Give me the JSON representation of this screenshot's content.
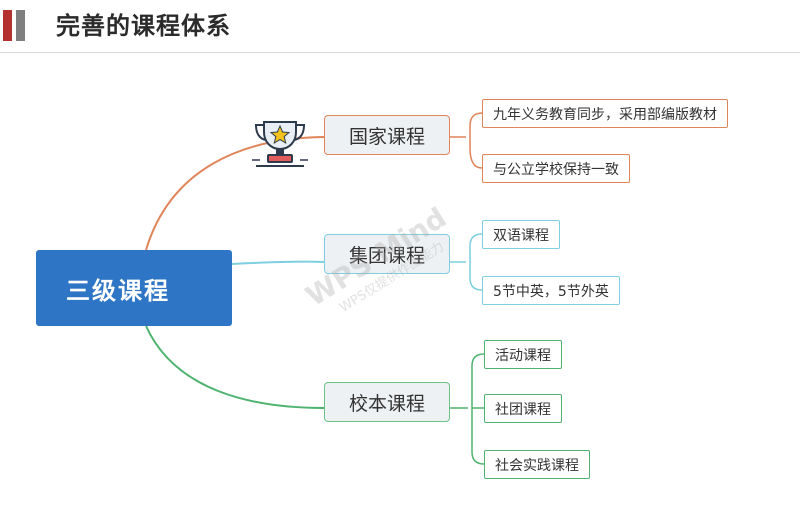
{
  "header": {
    "title": "完善的课程体系"
  },
  "root": {
    "label": "三级课程"
  },
  "branches": [
    {
      "label": "国家课程",
      "leaves": [
        "九年义务教育同步，采用部编版教材",
        "与公立学校保持一致"
      ]
    },
    {
      "label": "集团课程",
      "leaves": [
        "双语课程",
        "5节中英，5节外英"
      ]
    },
    {
      "label": "校本课程",
      "leaves": [
        "活动课程",
        "社团课程",
        "社会实践课程"
      ]
    }
  ],
  "colors": {
    "root": "#2e75c5",
    "branch_1": "#e0845a",
    "branch_2": "#7fcfe0",
    "branch_3": "#4fb36f",
    "title_bar": "#b3322f"
  },
  "icons": {
    "trophy": "trophy-icon"
  },
  "watermark": {
    "brand": "WPS Mind",
    "note": "WPS仅提供作图能力"
  }
}
